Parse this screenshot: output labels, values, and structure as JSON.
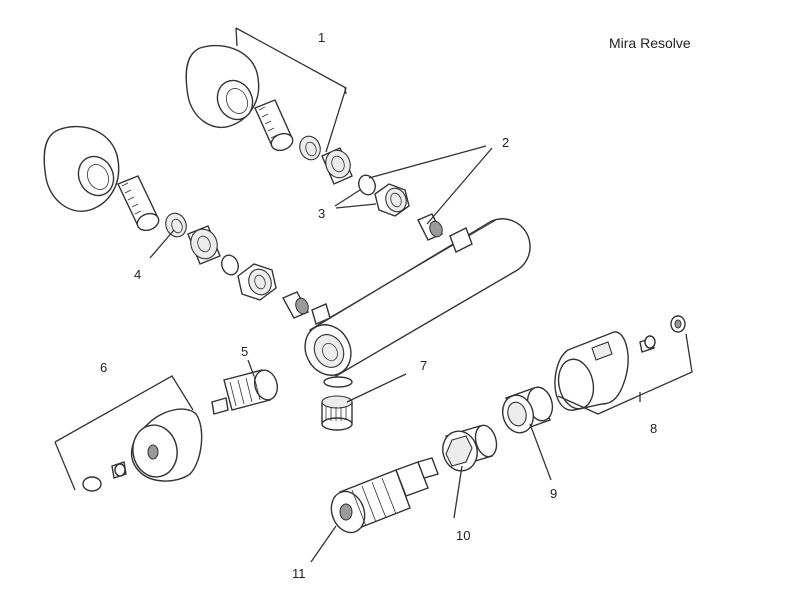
{
  "title": "Mira Resolve",
  "callouts": [
    "1",
    "2",
    "3",
    "4",
    "5",
    "6",
    "7",
    "8",
    "9",
    "10",
    "11"
  ]
}
